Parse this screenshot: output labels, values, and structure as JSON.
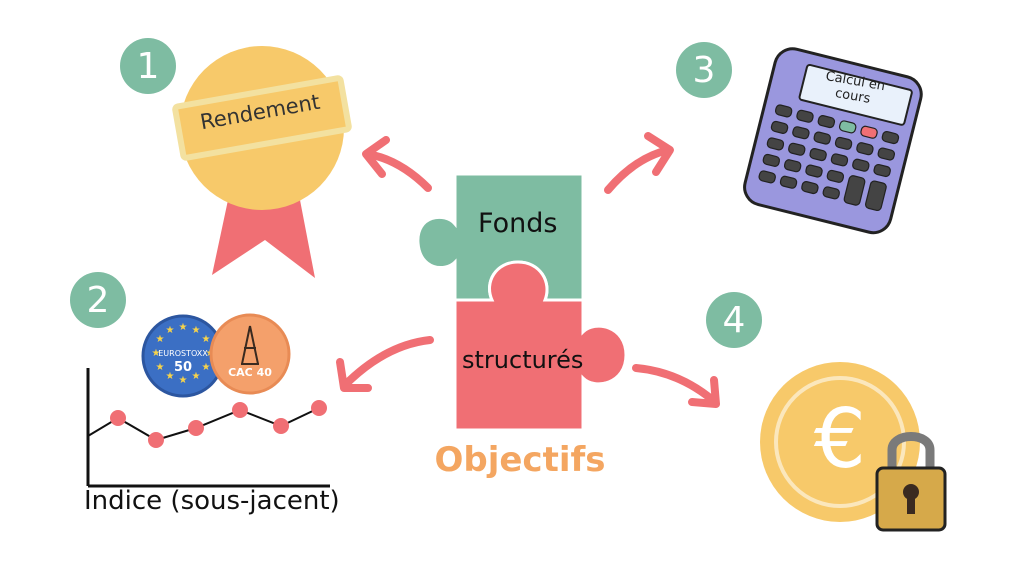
{
  "title": "Objectifs",
  "puzzle": {
    "top": "Fonds",
    "bottom": "structurés"
  },
  "objectives": [
    {
      "number": "1",
      "label": "Rendement"
    },
    {
      "number": "2",
      "label": "Indice (sous-jacent)",
      "badges": [
        "EUROSTOXX",
        "50",
        "CAC 40"
      ]
    },
    {
      "number": "3",
      "label": "Calcul en cours"
    },
    {
      "number": "4",
      "symbol": "€"
    }
  ],
  "colors": {
    "teal": "#7ebca2",
    "red": "#f06f74",
    "gold": "#f7c96a",
    "orange": "#f4a661",
    "blue": "#3b6fc4",
    "purple": "#9a97de"
  }
}
